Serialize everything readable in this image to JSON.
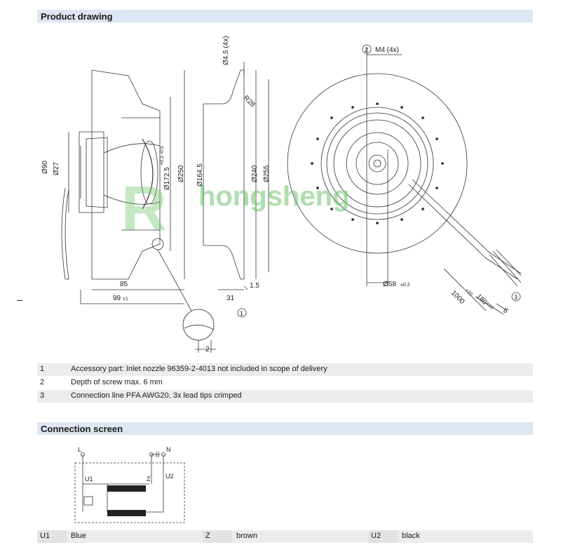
{
  "sections": {
    "drawing_title": "Product drawing",
    "connection_title": "Connection screen"
  },
  "dims": {
    "d4_5": "Ø4.5 (4x)",
    "r28": "R28",
    "d90": "Ø90",
    "d27": "Ø27",
    "d172": "Ø172.5",
    "d172_tol": "+0.3 -0.5",
    "d250": "Ø250",
    "d164": "Ø164.5",
    "d240": "Ø240",
    "d255": "Ø255",
    "w85": "85",
    "w99": "99",
    "w99_tol": "±1",
    "w31": "31",
    "w1_5": "1.5",
    "w2": "2",
    "m4": "M4 (4x)",
    "d58": "Ø58",
    "d58_tol": "±0.2",
    "l1000": "1000",
    "l1000_tol": "+20",
    "l180": "180",
    "l180_tol": "±10",
    "l6": "6",
    "callout1": "1",
    "callout2": "2",
    "callout3": "3",
    "watermark": "hongsheng"
  },
  "notes": [
    {
      "num": "1",
      "text": "Accessory part: Inlet nozzle 96359-2-4013 not included in scope of delivery"
    },
    {
      "num": "2",
      "text": "Depth of screw max. 6 mm"
    },
    {
      "num": "3",
      "text": "Connection line PFA AWG20, 3x lead tips crimped"
    }
  ],
  "schematic": {
    "L": "L",
    "N": "N",
    "U1": "U1",
    "Z": "Z",
    "U2": "U2"
  },
  "legend": [
    {
      "code": "U1",
      "label": "Blue"
    },
    {
      "code": "Z",
      "label": "brown"
    },
    {
      "code": "U2",
      "label": "black"
    }
  ]
}
